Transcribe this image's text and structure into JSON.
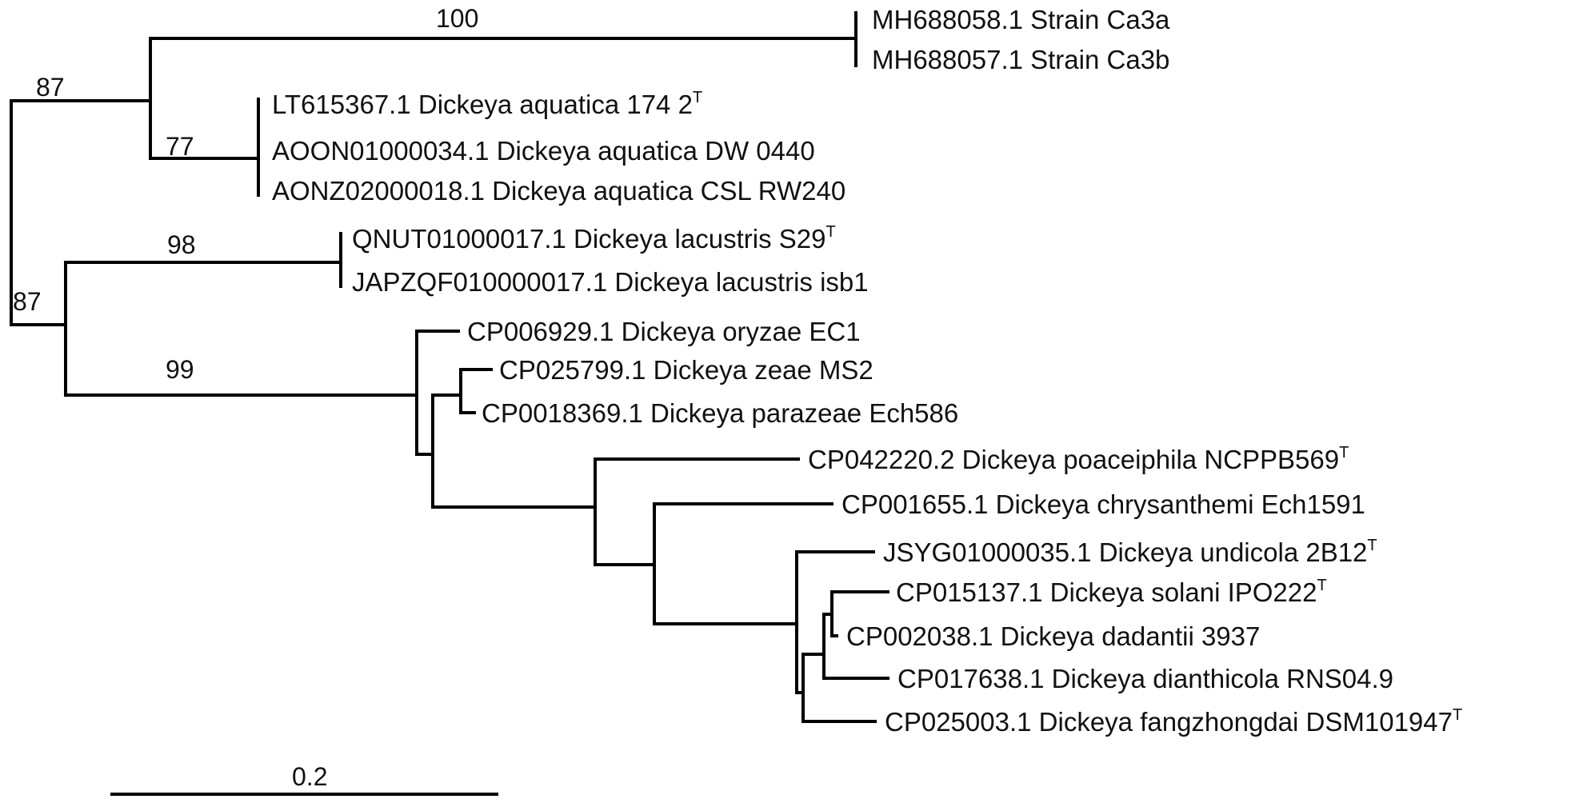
{
  "tree": {
    "taxa": [
      {
        "id": "MH688058",
        "label": "MH688058.1 Strain Ca3a",
        "sup": ""
      },
      {
        "id": "MH688057",
        "label": "MH688057.1 Strain Ca3b",
        "sup": ""
      },
      {
        "id": "LT615367",
        "label": "LT615367.1 Dickeya aquatica 174 2",
        "sup": "T"
      },
      {
        "id": "AOON01000034",
        "label": "AOON01000034.1 Dickeya aquatica DW 0440",
        "sup": ""
      },
      {
        "id": "AONZ02000018",
        "label": "AONZ02000018.1 Dickeya aquatica CSL RW240",
        "sup": ""
      },
      {
        "id": "QNUT01000017",
        "label": "QNUT01000017.1 Dickeya lacustris S29",
        "sup": "T"
      },
      {
        "id": "JAPZQF010000017",
        "label": "JAPZQF010000017.1 Dickeya lacustris isb1",
        "sup": ""
      },
      {
        "id": "CP006929",
        "label": "CP006929.1 Dickeya oryzae EC1",
        "sup": ""
      },
      {
        "id": "CP025799",
        "label": "CP025799.1 Dickeya zeae  MS2",
        "sup": ""
      },
      {
        "id": "CP0018369",
        "label": "CP0018369.1 Dickeya parazeae Ech586",
        "sup": ""
      },
      {
        "id": "CP042220",
        "label": "CP042220.2 Dickeya poaceiphila NCPPB569",
        "sup": "T"
      },
      {
        "id": "CP001655",
        "label": "CP001655.1 Dickeya chrysanthemi Ech1591",
        "sup": ""
      },
      {
        "id": "JSYG01000035",
        "label": "JSYG01000035.1 Dickeya undicola 2B12",
        "sup": "T"
      },
      {
        "id": "CP015137",
        "label": "CP015137.1 Dickeya solani IPO222",
        "sup": "T"
      },
      {
        "id": "CP002038",
        "label": "CP002038.1 Dickeya dadantii 3937",
        "sup": ""
      },
      {
        "id": "CP017638",
        "label": "CP017638.1 Dickeya dianthicola RNS04.9",
        "sup": ""
      },
      {
        "id": "CP025003",
        "label": "CP025003.1 Dickeya fangzhongdai DSM101947",
        "sup": "T"
      }
    ],
    "bootstrap": {
      "root_upper": "87",
      "root_lower": "87",
      "strain_clade": "100",
      "aquatica_clade": "77",
      "lacustris_clade": "98",
      "dickeya_core_clade": "99"
    },
    "scale_bar": {
      "label": "0.2"
    },
    "colors": {
      "line": "#000000",
      "text": "#111111",
      "background": "#ffffff"
    }
  }
}
